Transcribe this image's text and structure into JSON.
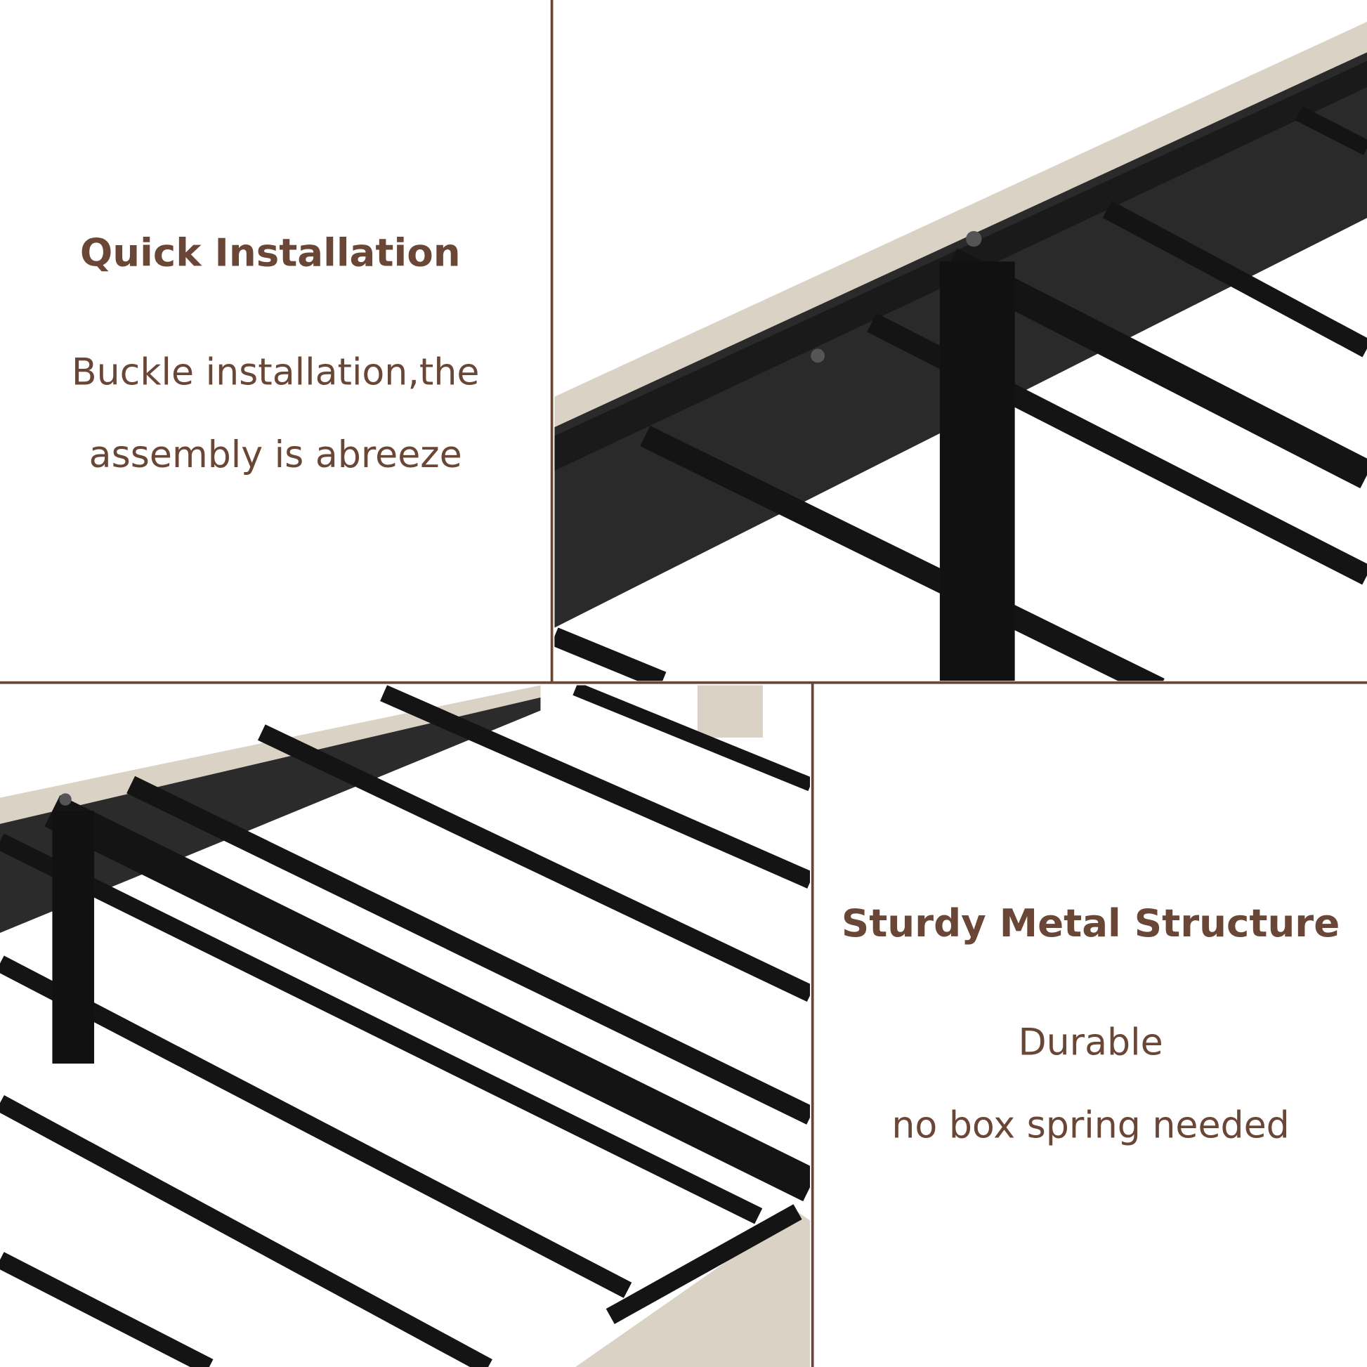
{
  "colors": {
    "text": "#6a4636",
    "divider": "#6a4636",
    "metal": "#1c1c1c",
    "fabric": "#d9d2c5"
  },
  "panels": {
    "top_left": {
      "title": "Quick Installation",
      "lines": [
        "Buckle installation,the",
        "assembly is abreeze"
      ]
    },
    "bottom_right": {
      "title": "Sturdy Metal Structure",
      "lines": [
        "Durable",
        "no box spring needed"
      ]
    }
  }
}
